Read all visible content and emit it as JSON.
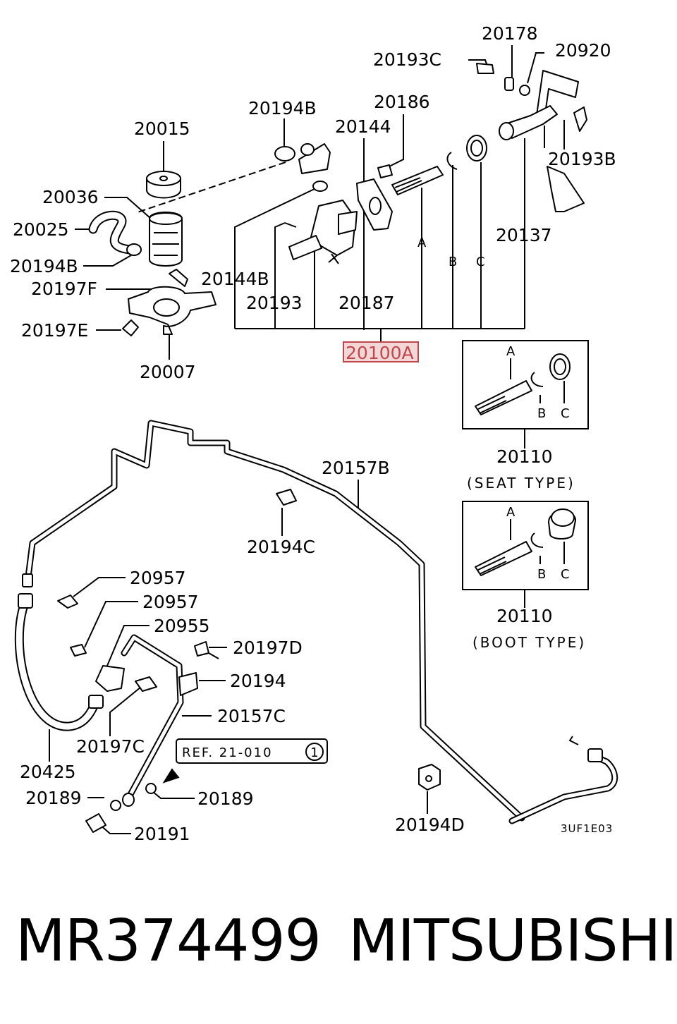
{
  "diagram": {
    "labels": {
      "p20178": "20178",
      "p20920": "20920",
      "p20193C": "20193C",
      "p20186": "20186",
      "p20194B_top": "20194B",
      "p20144": "20144",
      "p20015": "20015",
      "p20193B": "20193B",
      "p20036": "20036",
      "p20025": "20025",
      "p20137": "20137",
      "p20194B_left": "20194B",
      "p20144B": "20144B",
      "p20197F": "20197F",
      "p20193": "20193",
      "p20187": "20187",
      "p20197E": "20197E",
      "p20100A": "20100A",
      "p20007": "20007",
      "p20157B": "20157B",
      "p20194C": "20194C",
      "p20957_a": "20957",
      "p20957_b": "20957",
      "p20955": "20955",
      "p20197D": "20197D",
      "p20194": "20194",
      "p20157C": "20157C",
      "p20197C": "20197C",
      "p20425": "20425",
      "p20189_left": "20189",
      "p20189_right": "20189",
      "p20191": "20191",
      "p20194D": "20194D",
      "code": "3UF1E03",
      "ref": "REF. 21-010",
      "ref_circle": "1",
      "main_a": "A",
      "main_b": "B",
      "main_c": "C",
      "seat_a": "A",
      "seat_b": "B",
      "seat_c": "C",
      "seat_num": "20110",
      "seat_caption": "(SEAT TYPE)",
      "boot_a": "A",
      "boot_b": "B",
      "boot_c": "C",
      "boot_num": "20110",
      "boot_caption": "(BOOT TYPE)"
    },
    "highlight_color": "#c0474e"
  },
  "footer": {
    "part_number": "MR374499",
    "brand": "MITSUBISHI"
  }
}
